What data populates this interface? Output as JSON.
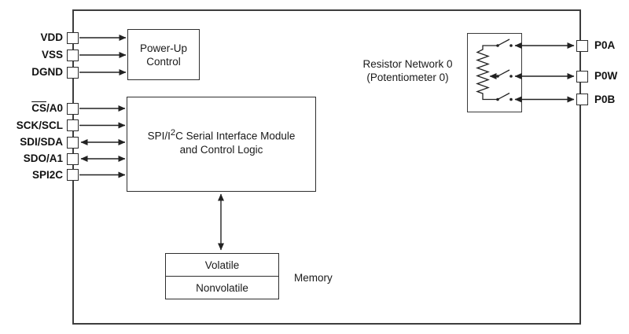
{
  "figure": {
    "type": "block-diagram",
    "description": "Device block diagram with serial interface, power-up control, memory and resistor network"
  },
  "blocks": {
    "power_up": {
      "line1": "Power-Up",
      "line2": "Control"
    },
    "spi": {
      "l1_pre": "SPI/I",
      "l1_sup": "2",
      "l1_post": "C Serial Interface Module",
      "l2": "and Control Logic"
    },
    "memory": {
      "volatile": "Volatile",
      "nonvolatile": "Nonvolatile",
      "label": "Memory"
    },
    "resistor_network": {
      "line1": "Resistor Network 0",
      "line2": "(Potentiometer 0)"
    }
  },
  "pins": {
    "left": [
      {
        "label": "VDD"
      },
      {
        "label": "VSS"
      },
      {
        "label": "DGND"
      },
      {
        "overline": "CS",
        "rest": "/A0"
      },
      {
        "label": "SCK/SCL"
      },
      {
        "label": "SDI/SDA"
      },
      {
        "label": "SDO/A1"
      },
      {
        "label": "SPI2C"
      }
    ],
    "right": [
      {
        "label": "P0A"
      },
      {
        "label": "P0W"
      },
      {
        "label": "P0B"
      }
    ]
  },
  "colors": {
    "line": "#2e2e2e",
    "text": "#1a1a1a",
    "background": "#ffffff"
  }
}
